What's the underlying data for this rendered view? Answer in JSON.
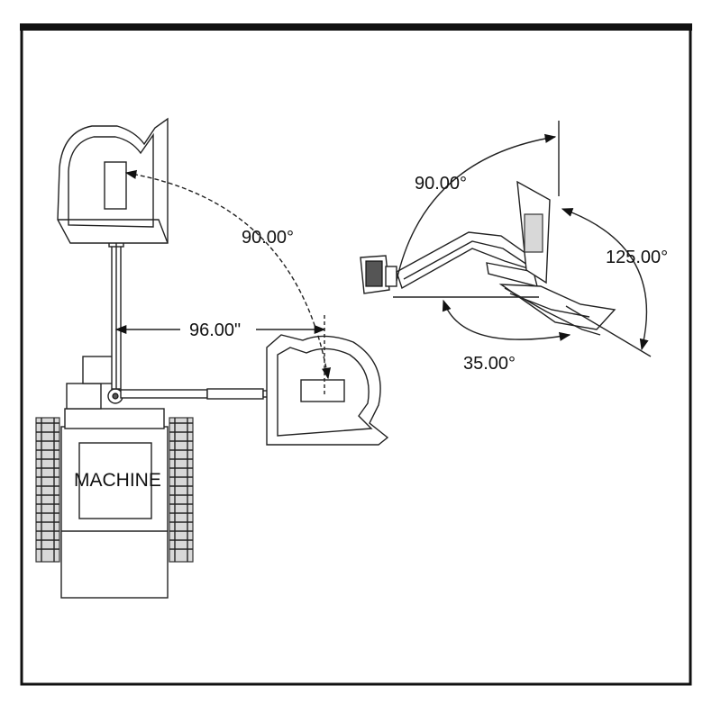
{
  "diagram": {
    "dimensions": {
      "left_swing_angle": "90.00°",
      "reach": "96.00\"",
      "tilt_up_angle": "90.00°",
      "tilt_down_angle": "125.00°",
      "pitch_angle": "35.00°"
    },
    "machine_label": "MACHINE"
  }
}
